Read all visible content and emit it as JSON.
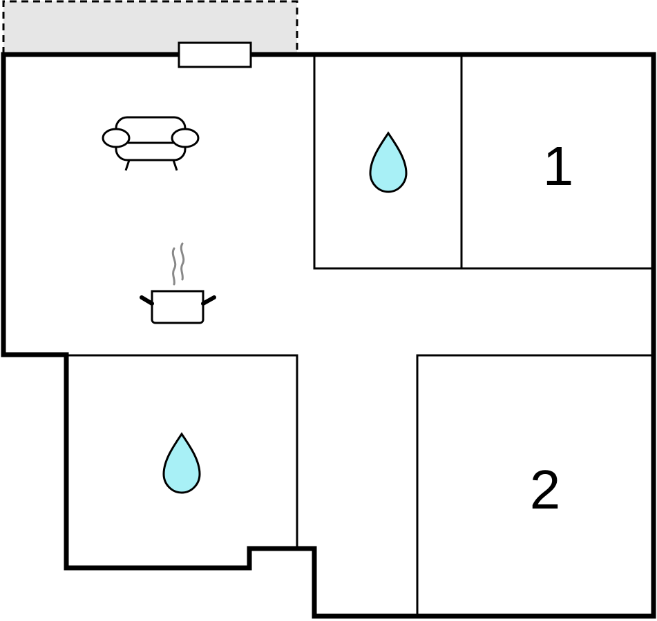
{
  "rooms": {
    "bedroom_1": {
      "label": "1"
    },
    "bedroom_2": {
      "label": "2"
    }
  },
  "icons": {
    "living_room": "sofa-icon",
    "kitchen": "cooking-pot-icon",
    "bathroom_upper": "water-drop-icon",
    "bathroom_lower": "water-drop-icon",
    "window": "window-icon",
    "terrace": "terrace-area"
  },
  "colors": {
    "walls": "#000000",
    "water_drop": "#a8f0f6",
    "terrace_fill": "#e6e6e6",
    "steam": "#888888"
  }
}
